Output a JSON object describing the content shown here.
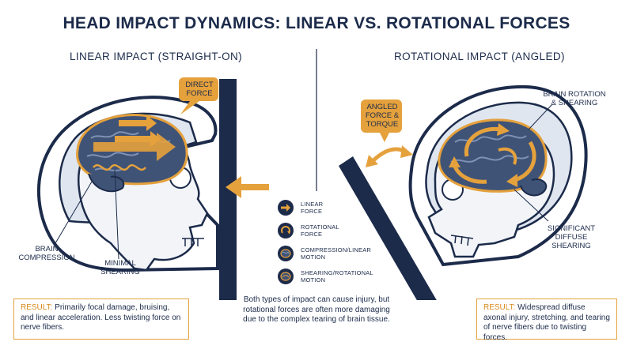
{
  "title": "HEAD IMPACT DYNAMICS: LINEAR VS. ROTATIONAL FORCES",
  "left": {
    "heading": "LINEAR IMPACT (STRAIGHT-ON)",
    "callout_direct": "DIRECT\nFORCE",
    "label_compression": "BRAIN\nCOMPRESSION",
    "label_shearing": "MINIMAL\nSHEARING",
    "result_head": "RESULT:",
    "result_text": " Primarily focal damage, bruising, and linear acceleration. Less twisting force on nerve fibers."
  },
  "right": {
    "heading": "ROTATIONAL IMPACT (ANGLED)",
    "callout_angled": "ANGLED\nFORCE &\nTORQUE",
    "label_rotation": "BRAIN ROTATION\n& SHEARING",
    "label_diffuse": "SIGNIFICANT\nDIFFUSE\nSHEARING",
    "result_head": "RESULT:",
    "result_text": " Widespread diffuse axonal injury, stretching, and tearing of nerve fibers due to twisting forces."
  },
  "legend": [
    {
      "icon": "linear-force-icon",
      "label": "LINEAR\nFORCE"
    },
    {
      "icon": "rotational-force-icon",
      "label": "ROTATIONAL\nFORCE"
    },
    {
      "icon": "compression-motion-icon",
      "label": "COMPRESSION/LINEAR\nMOTION"
    },
    {
      "icon": "shearing-motion-icon",
      "label": "SHEARING/ROTATIONAL\nMOTION"
    }
  ],
  "center_note": "Both types of impact can cause injury, but rotational forces are often more damaging due to the complex tearing of brain tissue.",
  "colors": {
    "navy": "#1c2b4a",
    "orange": "#e5a13c",
    "brain": "#3f5377",
    "helmet_fill": "#dfe6f0"
  }
}
